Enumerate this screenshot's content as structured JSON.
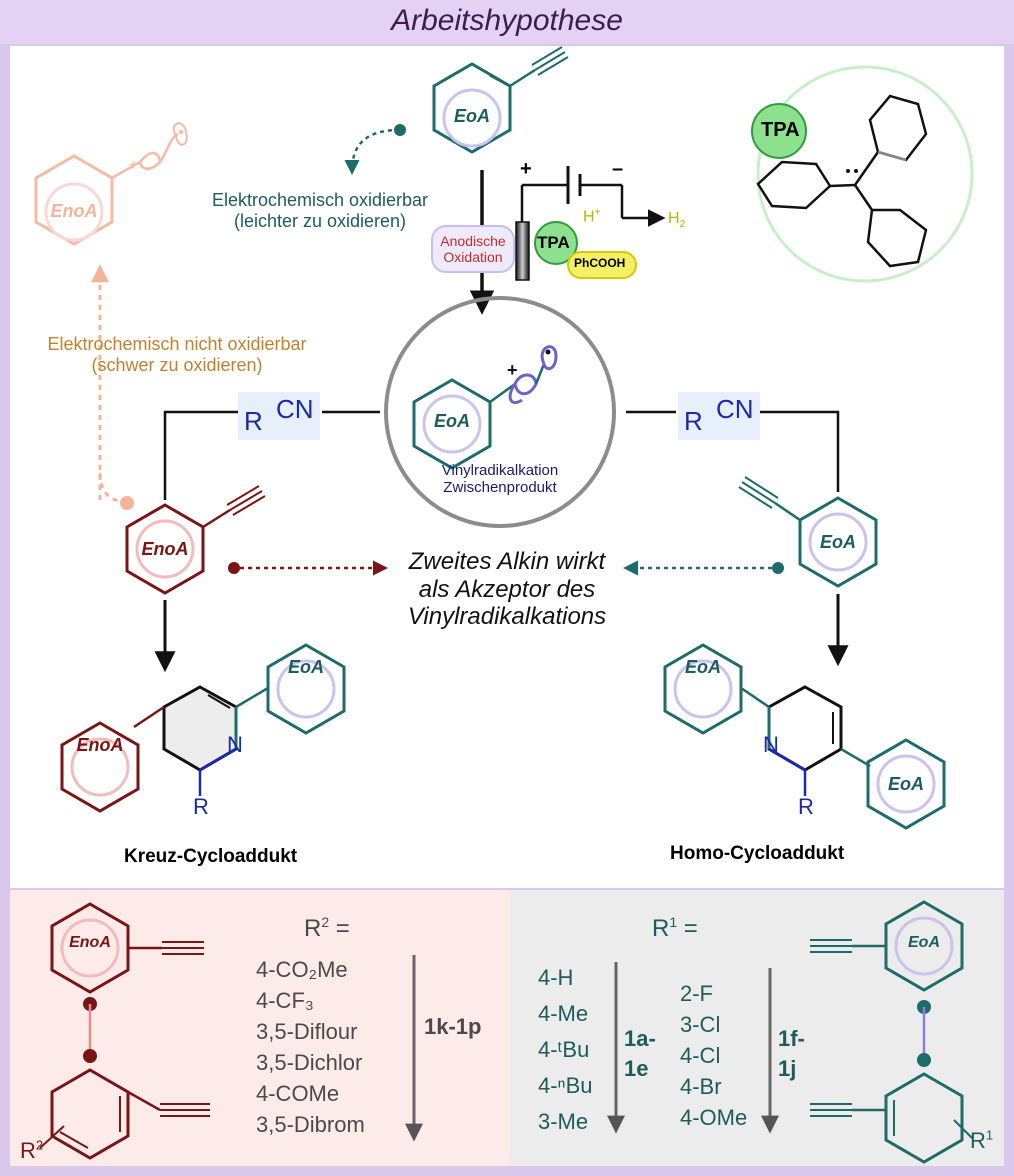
{
  "title": "Arbeitshypothese",
  "labels": {
    "eoa": "EoA",
    "enoa": "EnoA",
    "tpa": "TPA",
    "oxidizable": "Elektrochemisch oxidierbar",
    "oxidizable_sub": "(leichter zu oxidieren)",
    "not_oxidizable": "Elektrochemisch nicht oxidierbar",
    "not_oxidizable_sub": "(schwer zu oxidieren)",
    "anodic_1": "Anodische",
    "anodic_2": "Oxidation",
    "phcooh": "PhCOOH",
    "h_plus": "H",
    "h_plus_sup": "+",
    "h2": "H",
    "h2_sub": "2",
    "plus": "+",
    "minus": "–",
    "intermediate_1": "Vinylradikalkation",
    "intermediate_2": "Zwischenprodukt",
    "rcn_r": "R",
    "rcn_cn": "CN",
    "acceptor_1": "Zweites Alkin wirkt",
    "acceptor_2": "als Akzeptor des",
    "acceptor_3": "Vinylradikalkations",
    "cross_product": "Kreuz-Cycloaddukt",
    "homo_product": "Homo-Cycloaddukt",
    "pyridine_n": "N",
    "pyridine_r": "R"
  },
  "left_scope": {
    "heading_r": "R",
    "heading_sup": "2",
    "heading_eq": " =",
    "substituent_r": "R",
    "substituent_sup": "2",
    "entries": [
      "4-CO₂Me",
      "4-CF₃",
      "3,5-Diflour",
      "3,5-Dichlor",
      "4-COMe",
      "3,5-Dibrom"
    ],
    "range": "1k-1p"
  },
  "right_scope": {
    "heading_r": "R",
    "heading_sup": "1",
    "heading_eq": " =",
    "substituent_r": "R",
    "substituent_sup": "1",
    "column1": [
      "4-H",
      "4-Me",
      "4-ᵗBu",
      "4-ⁿBu",
      "3-Me"
    ],
    "range1_a": "1a-",
    "range1_b": "1e",
    "column2": [
      "2-F",
      "3-Cl",
      "4-Cl",
      "4-Br",
      "4-OMe"
    ],
    "range2_a": "1f-",
    "range2_b": "1j"
  },
  "colors": {
    "teal": "#1d6b6a",
    "dark_red": "#7a1515",
    "faded_orange": "#f2b49a",
    "navy": "#1b1a6e",
    "blue": "#1b2aa8",
    "purple_lobe": "#6e62c9",
    "tpa_green": "#8de08d",
    "yellow": "#f3ef66"
  }
}
